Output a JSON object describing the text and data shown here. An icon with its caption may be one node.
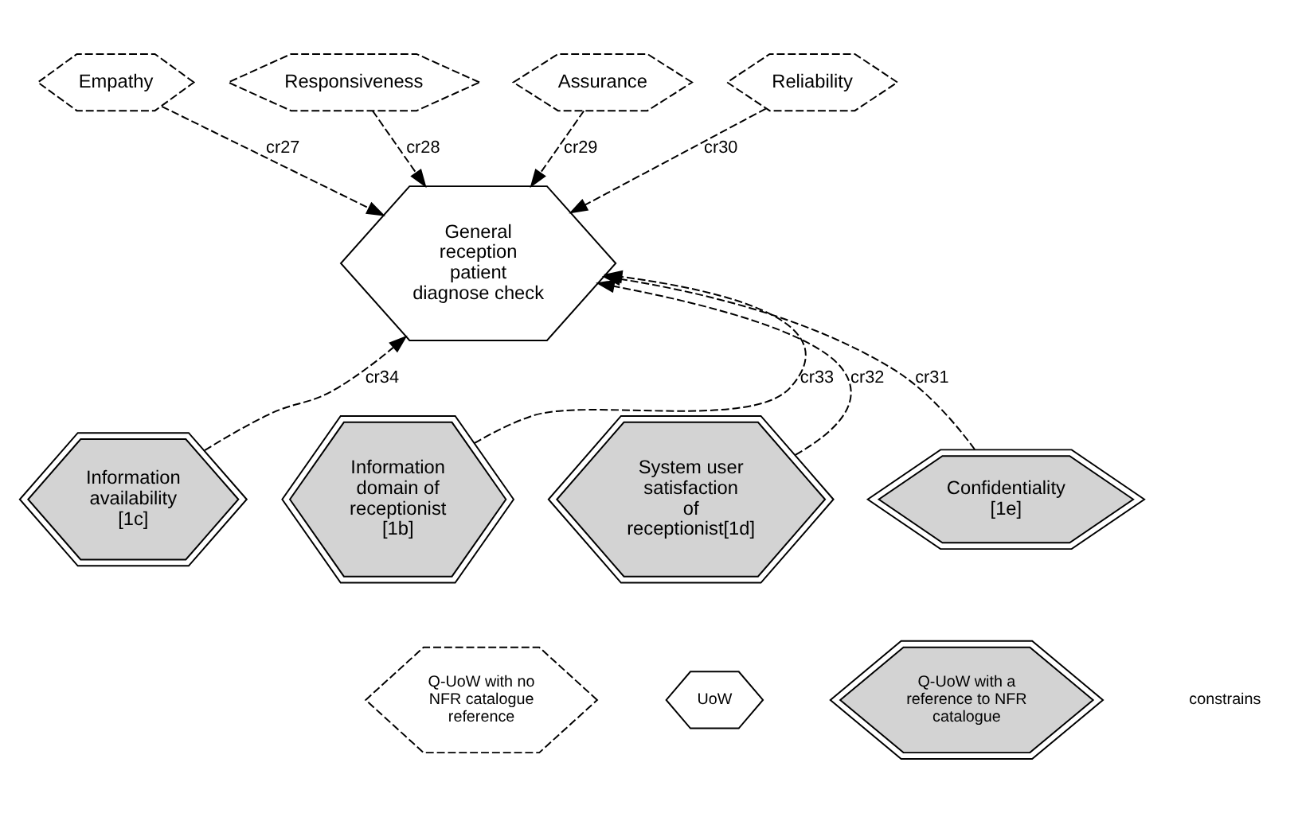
{
  "diagram": {
    "nodes": [
      {
        "text": [
          "Empathy"
        ]
      },
      {
        "text": [
          "Responsiveness"
        ]
      },
      {
        "text": [
          "Assurance"
        ]
      },
      {
        "text": [
          "Reliability"
        ]
      },
      {
        "text": [
          "General reception patient diagnose check"
        ]
      },
      {
        "text": [
          "Information availability [1c]"
        ]
      },
      {
        "text": [
          "Information domain of receptionist [1b]"
        ]
      },
      {
        "text": [
          "System user satisfaction of receptionist[1d]"
        ]
      },
      {
        "text": [
          "Confidentiality [1e]"
        ]
      }
    ],
    "edges": [
      {
        "from": 0,
        "to": 4,
        "arrow": "to",
        "label": "cr27"
      },
      {
        "from": 1,
        "to": 4,
        "arrow": "to",
        "label": "cr28"
      },
      {
        "from": 2,
        "to": 4,
        "arrow": "to",
        "label": "cr29"
      },
      {
        "from": 3,
        "to": 4,
        "arrow": "to",
        "label": "cr30"
      },
      {
        "from": 8,
        "to": 4,
        "arrow": "to",
        "label": "cr31"
      },
      {
        "from": 7,
        "to": 4,
        "arrow": "to",
        "label": "cr32"
      },
      {
        "from": 6,
        "to": 4,
        "arrow": "to",
        "label": "cr33"
      },
      {
        "from": 5,
        "to": 4,
        "arrow": "to",
        "label": "cr34"
      }
    ],
    "legend": [
      {
        "text": "Q-UoW with no NFR catalogue reference"
      },
      {
        "text": "UoW"
      },
      {
        "text": "Q-UoW with a reference to NFR catalogue"
      },
      {
        "text": "constrains"
      }
    ]
  }
}
